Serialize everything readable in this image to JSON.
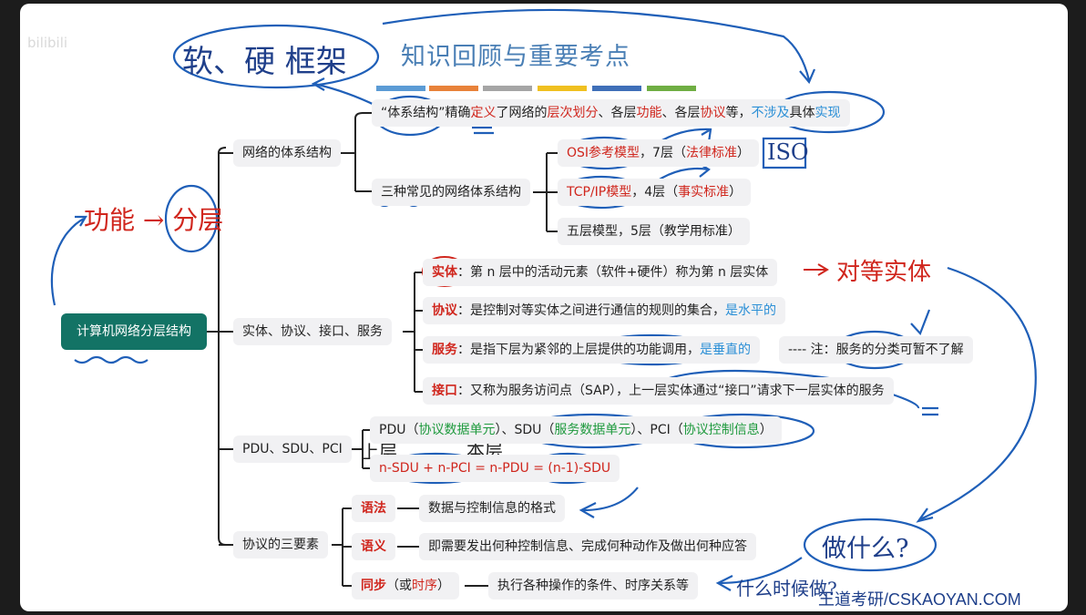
{
  "watermark": "bilibili",
  "title": "知识回顾与重要考点",
  "colorbars": [
    "#5b9bd5",
    "#e8823a",
    "#a5a5a5",
    "#f0c020",
    "#3f6fb8",
    "#6fae43"
  ],
  "root": "计算机网络分层结构",
  "branches": {
    "arch": "网络的体系结构",
    "entity": "实体、协议、接口、服务",
    "pdu": "PDU、SDU、PCI",
    "three": "协议的三要素"
  },
  "arch": {
    "def_p1": "“体系结构”",
    "def_p2": "精确",
    "def_p3": "定义",
    "def_p4": "了网络的",
    "def_p5": "层次划分",
    "def_p6": "、各层",
    "def_p7": "功能",
    "def_p8": "、各层",
    "def_p9": "协议",
    "def_p10": "等，",
    "def_p11": "不涉及",
    "def_p12": "具体",
    "def_p13": "实现",
    "three_common": "三种常见的网络体系结构",
    "osi_a": "OSI参考模型",
    "osi_b": "，7层（",
    "osi_c": "法律标准",
    "osi_d": "）",
    "tcp_a": "TCP/IP模型",
    "tcp_b": "，4层（",
    "tcp_c": "事实标准",
    "tcp_d": "）",
    "five": "五层模型，5层（教学用标准）"
  },
  "entity": {
    "e_label": "实体",
    "e_text": "：第 n 层中的活动元素（软件+硬件）称为第 n 层实体",
    "p_label": "协议",
    "p_text": "：是控制对等实体之间进行通信的规则的集合，",
    "p_blue": "是水平的",
    "s_label": "服务",
    "s_text": "：是指下层为紧邻的上层提供的功能调用，",
    "s_blue": "是垂直的",
    "s_note": "---- 注：服务的分类可暂不了解",
    "i_label": "接口",
    "i_text": "：又称为服务访问点（SAP），上一层实体通过“接口”请求下一层实体的服务"
  },
  "pdu": {
    "pdu_a": "PDU（",
    "pdu_b": "协议数据单元",
    "pdu_c": "）、SDU（",
    "pdu_d": "服务数据单元",
    "pdu_e": "）、PCI（",
    "pdu_f": "协议控制信息",
    "pdu_g": "）",
    "formula": "n-SDU + n-PCI = n-PDU = (n-1)-SDU"
  },
  "three": {
    "syntax": "语法",
    "syntax_desc": "数据与控制信息的格式",
    "semantics": "语义",
    "semantics_desc": "即需要发出何种控制信息、完成何种动作及做出何种应答",
    "sync": "同步",
    "sync_a": "（或",
    "sync_b": "时序",
    "sync_c": "）",
    "sync_desc": "执行各种操作的条件、时序关系等"
  },
  "handwriting": {
    "soft_hard": "软、硬 框架",
    "func_layer": "功能 → 分层",
    "iso": "ISO",
    "peer_entity": "对等实体",
    "upper": "上层",
    "this_layer": "本层",
    "what": "做什么?",
    "when": "什么时候做?"
  },
  "footer": "王道考研/CSKAOYAN.COM"
}
